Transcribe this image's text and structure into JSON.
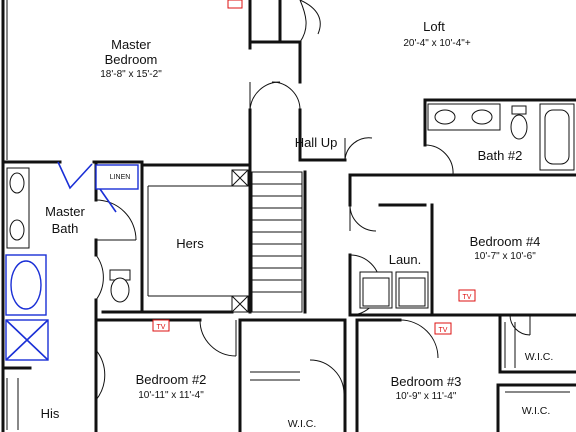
{
  "colors": {
    "wall": "#111111",
    "accent_blue": "#1a2fd6",
    "tv_red": "#dd1111",
    "background": "#ffffff"
  },
  "rooms": {
    "master_bedroom": {
      "name_line1": "Master",
      "name_line2": "Bedroom",
      "dims": "18'-8\" x 15'-2\""
    },
    "loft": {
      "name": "Loft",
      "dims": "20'-4\" x 10'-4\"+"
    },
    "hall_up": {
      "name": "Hall Up"
    },
    "bath2": {
      "name": "Bath #2"
    },
    "master_bath": {
      "name_line1": "Master",
      "name_line2": "Bath"
    },
    "linen": {
      "name": "LINEN"
    },
    "hers": {
      "name": "Hers"
    },
    "bedroom4": {
      "name": "Bedroom #4",
      "dims": "10'-7\" x 10'-6\""
    },
    "laundry": {
      "name": "Laun."
    },
    "bedroom2": {
      "name": "Bedroom #2",
      "dims": "10'-11\" x 11'-4\""
    },
    "bedroom3": {
      "name": "Bedroom #3",
      "dims": "10'-9\" x 11'-4\""
    },
    "wic_bed2": {
      "name": "W.I.C."
    },
    "wic_bed4": {
      "name": "W.I.C."
    },
    "wic_bed3": {
      "name": "W.I.C."
    },
    "his": {
      "name": "His"
    }
  },
  "symbols": {
    "tv_label": "TV"
  }
}
